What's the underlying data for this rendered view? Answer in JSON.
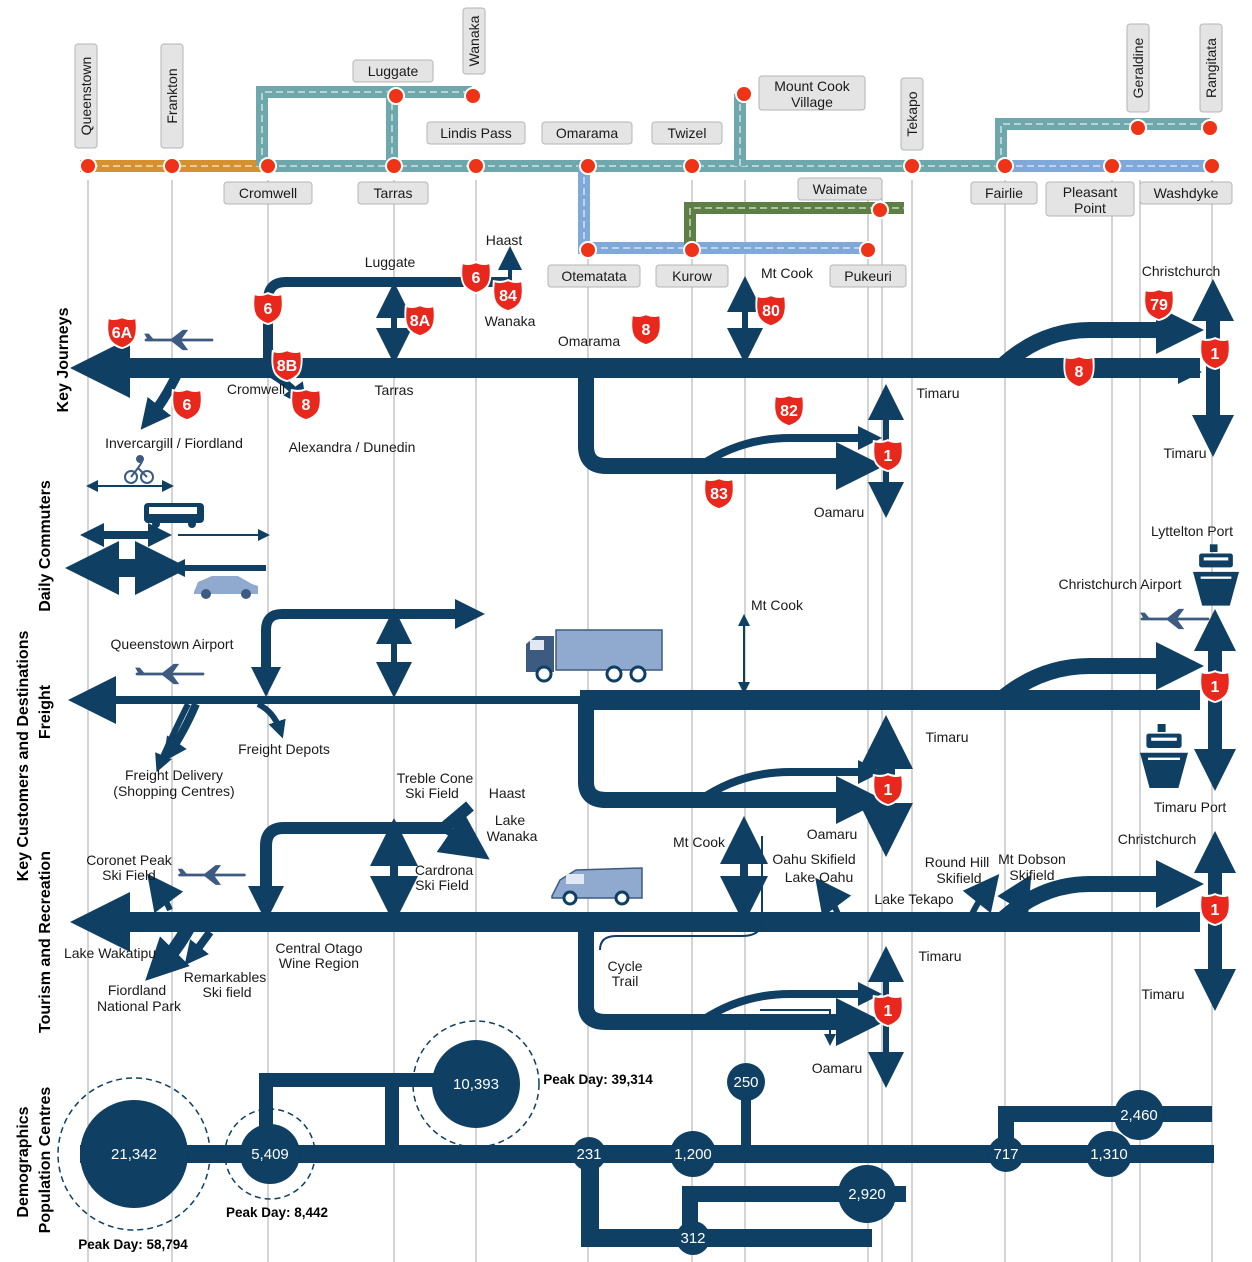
{
  "colors": {
    "navy": "#0f3f63",
    "teal": "#6ea8ad",
    "orange": "#d5912f",
    "blue": "#7fa9d9",
    "green": "#5d7f45",
    "stop": "#ee3316",
    "shield": "#e8271d",
    "label_bg": "#e4e4e4"
  },
  "sections": {
    "key_journeys": "Key Journeys",
    "daily_commuters": "Daily Commuters",
    "customers_destinations": "Key Customers and Destinations",
    "freight": "Freight",
    "tourism": "Tourism and Recreation",
    "demographics": "Demographics",
    "population_centres": "Population Centres"
  },
  "towns": {
    "queenstown": "Queenstown",
    "frankton": "Frankton",
    "cromwell": "Cromwell",
    "luggate": "Luggate",
    "tarras": "Tarras",
    "wanaka": "Wanaka",
    "lindis_pass": "Lindis Pass",
    "omarama": "Omarama",
    "otematata": "Otematata",
    "twizel": "Twizel",
    "kurow": "Kurow",
    "mount_cook_village": "Mount Cook Village",
    "waimate": "Waimate",
    "pukeuri": "Pukeuri",
    "tekapo": "Tekapo",
    "fairlie": "Fairlie",
    "pleasant_point": "Pleasant Point",
    "geraldine": "Geraldine",
    "rangitata": "Rangitata",
    "washdyke": "Washdyke"
  },
  "journeys": {
    "haast": "Haast",
    "luggate": "Luggate",
    "wanaka": "Wanaka",
    "mt_cook": "Mt Cook",
    "christchurch": "Christchurch",
    "omarama": "Omarama",
    "cromwell": "Cromwell",
    "tarras": "Tarras",
    "timaru": "Timaru",
    "invercargill": "Invercargill / Fiordland",
    "alexandra": "Alexandra / Dunedin",
    "timaru2": "Timaru",
    "oamaru": "Oamaru"
  },
  "shields": {
    "sh6a": "6A",
    "sh6_top": "6",
    "sh6_mid": "6",
    "sh84": "84",
    "sh8a": "8A",
    "sh8_omarama": "8",
    "sh80": "80",
    "sh79": "79",
    "sh1_top": "1",
    "sh8b": "8B",
    "sh8_cromwell": "8",
    "sh6_lower": "6",
    "sh8_fairlie": "8",
    "sh82": "82",
    "sh1_pukeuri": "1",
    "sh83": "83",
    "sh1_freight_right": "1",
    "sh1_freight_pukeuri": "1",
    "sh1_tourism_right": "1",
    "sh1_tourism_pukeuri": "1"
  },
  "freight": {
    "lyttelton_port": "Lyttelton Port",
    "christchurch_airport": "Christchurch Airport",
    "mt_cook": "Mt Cook",
    "queenstown_airport": "Queenstown Airport",
    "freight_depots": "Freight Depots",
    "freight_delivery_1": "Freight Delivery",
    "freight_delivery_2": "(Shopping Centres)",
    "timaru": "Timaru",
    "timaru_port": "Timaru Port",
    "oamaru": "Oamaru"
  },
  "tourism": {
    "treble_cone_1": "Treble Cone",
    "treble_cone_2": "Ski Field",
    "haast": "Haast",
    "lake_wanaka_1": "Lake",
    "lake_wanaka_2": "Wanaka",
    "cardrona_1": "Cardrona",
    "cardrona_2": "Ski Field",
    "coronet_1": "Coronet Peak",
    "coronet_2": "Ski Field",
    "mt_cook": "Mt Cook",
    "christchurch": "Christchurch",
    "oahu_1": "Oahu Skifield",
    "oahu_2": "Lake Oahu",
    "round_hill_1": "Round Hill",
    "round_hill_2": "Skifield",
    "mt_dobson_1": "Mt Dobson",
    "mt_dobson_2": "Skifield",
    "lake_tekapo": "Lake Tekapo",
    "lake_wakatipu": "Lake Wakatipu",
    "central_otago_1": "Central Otago",
    "central_otago_2": "Wine Region",
    "remarkables_1": "Remarkables",
    "remarkables_2": "Ski field",
    "fiordland_1": "Fiordland",
    "fiordland_2": "National Park",
    "cycle_1": "Cycle",
    "cycle_2": "Trail",
    "timaru": "Timaru",
    "timaru2": "Timaru",
    "oamaru": "Oamaru"
  },
  "population": {
    "queenstown": "21,342",
    "frankton": "5,409",
    "wanaka": "10,393",
    "omarama": "231",
    "twizel": "1,200",
    "mt_cook": "250",
    "fairlie": "717",
    "pleasant_point": "1,310",
    "geraldine": "2,460",
    "waimate": "2,920",
    "kurow": "312",
    "peak_queenstown": "Peak Day: 58,794",
    "peak_frankton": "Peak Day: 8,442",
    "peak_wanaka": "Peak Day: 39,314"
  }
}
